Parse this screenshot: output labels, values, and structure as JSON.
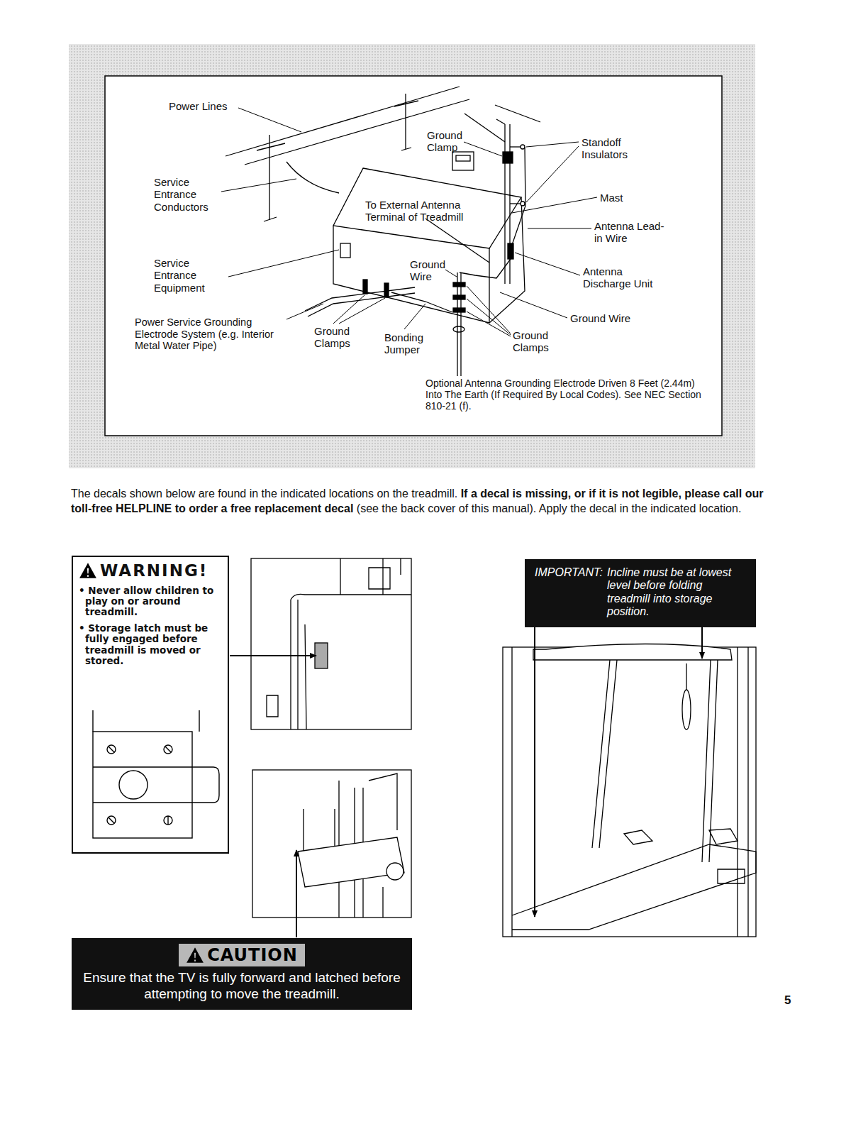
{
  "diagram": {
    "nodes": [
      {
        "text": [
          "WARNING!",
          "• Never allow children to play on or around treadmill.",
          "• Storage latch must be fully engaged before treadmill is moved or stored."
        ]
      },
      {
        "text": [
          "CAUTION",
          "Ensure that the TV is fully forward and latched before attempting to move the treadmill."
        ]
      },
      {
        "text": [
          "IMPORTANT:",
          "Incline must be at lowest level before folding treadmill into storage position."
        ]
      }
    ],
    "labels": [
      "Power Lines",
      "Ground Clamp",
      "Standoff Insulators",
      "Service Entrance Conductors",
      "To External Antenna Terminal of Treadmill",
      "Mast",
      "Antenna Lead-in Wire",
      "Service Entrance Equipment",
      "Ground Wire",
      "Antenna Discharge Unit",
      "Power Service Grounding Electrode System (e.g. Interior Metal Water Pipe)",
      "Ground Clamps",
      "Bonding Jumper",
      "Ground Wire",
      "Ground Clamps",
      "Optional Antenna Grounding Electrode Driven 8 Feet (2.44m) Into The Earth (If Required By Local Codes). See NEC Section 810-21 (f).",
      "The decals shown below are found in the indicated locations on the treadmill.",
      "If a decal is missing, or if it is not legible, please call our toll-free HELPLINE to order a free replacement decal",
      "(see the back cover of this manual). Apply the decal in the indicated location.",
      "5"
    ]
  }
}
